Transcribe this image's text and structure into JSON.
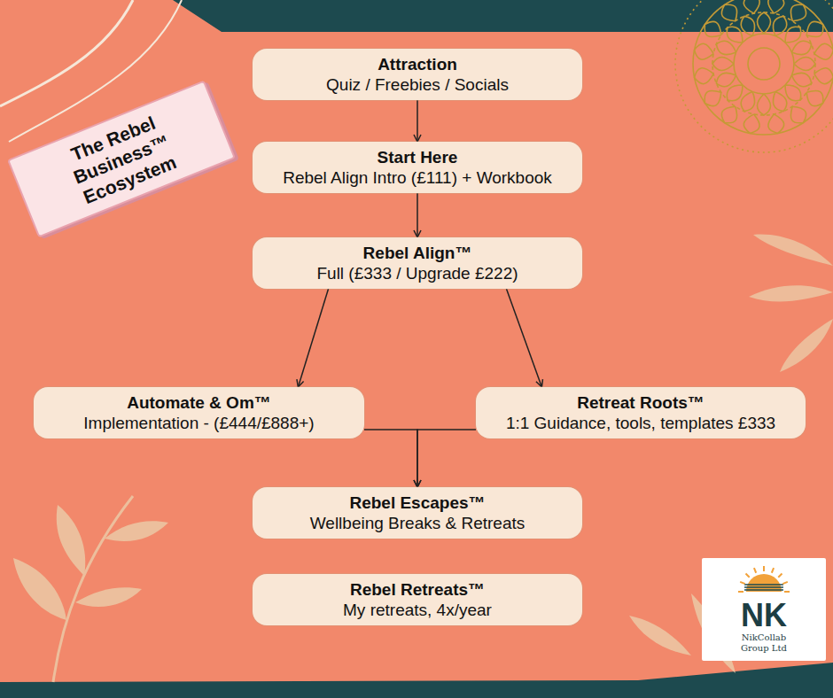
{
  "diagram": {
    "title": "The Rebel Business™ Ecosystem",
    "nodes": [
      {
        "text": [
          "Attraction",
          "Quiz / Freebies / Socials"
        ]
      },
      {
        "text": [
          "Start Here",
          "Rebel Align Intro (£111) + Workbook"
        ]
      },
      {
        "text": [
          "Rebel Align™",
          "Full (£333 / Upgrade £222)"
        ]
      },
      {
        "text": [
          "Automate & Om™",
          "Implementation - (£444/£888+)"
        ]
      },
      {
        "text": [
          "Retreat Roots™",
          "1:1 Guidance, tools, templates £333"
        ]
      },
      {
        "text": [
          "Rebel Escapes™",
          "Wellbeing Breaks & Retreats"
        ]
      },
      {
        "text": [
          "Rebel Retreats™",
          "My retreats, 4x/year"
        ]
      },
      {
        "text": [
          "NK",
          "NikCollab Group Ltd"
        ]
      }
    ],
    "edges": [
      {
        "from": 0,
        "to": 1,
        "arrow": "to"
      },
      {
        "from": 1,
        "to": 2,
        "arrow": "to"
      },
      {
        "from": 2,
        "to": 3,
        "arrow": "to"
      },
      {
        "from": 2,
        "to": 4,
        "arrow": "to"
      },
      {
        "from": 3,
        "to": 5,
        "arrow": "to"
      },
      {
        "from": 4,
        "to": 5,
        "arrow": "to"
      }
    ]
  }
}
